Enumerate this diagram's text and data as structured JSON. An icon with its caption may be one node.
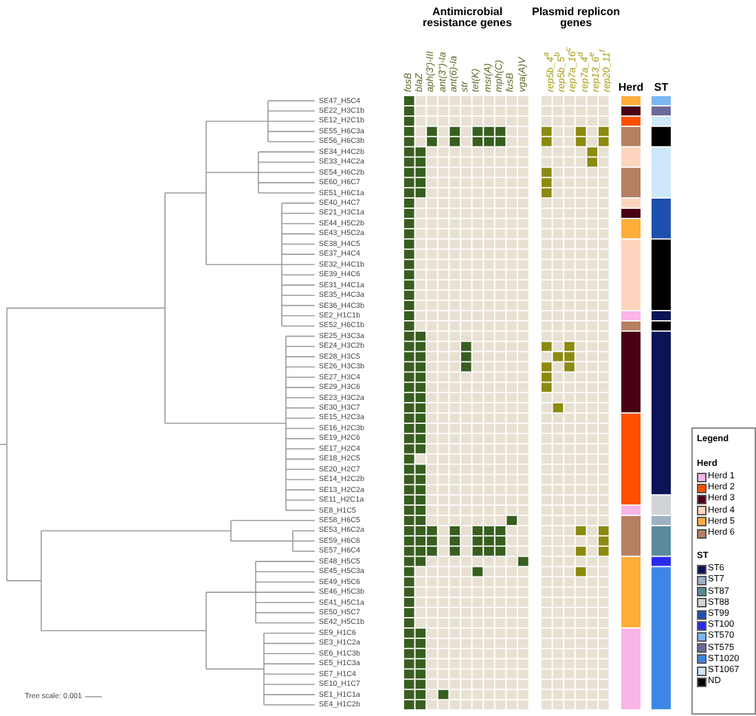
{
  "diagram": {
    "labels": [
      "Antimicrobial resistance genes",
      "Plasmid replicon genes",
      "fosB",
      "blaZ",
      "aph(3')-III",
      "ant(3'')-Ia",
      "ant(6)-Ia",
      "str",
      "tet(K)",
      "msr(A)",
      "mph(C)",
      "fusB",
      "vga(A)V",
      "rep5b_4$^{a}$",
      "rep5b_5$^{b}$",
      "rep7a_16$^{c}$",
      "rep7a_4$^{d}$",
      "rep13_6$^{e}$",
      "rep20_11$^{f}$",
      "Herd",
      "ST",
      "SE47_H5C4",
      "SE22_H3C1b",
      "SE12_H2C1b",
      "SE55_H6C3a",
      "SE56_H6C3b",
      "SE34_H4C2b",
      "SE33_H4C2a",
      "SE54_H6C2b",
      "SE60_H6C7",
      "SE51_H6C1a",
      "SE40_H4C7",
      "SE21_H3C1a",
      "SE44_H5C2b",
      "SE43_H5C2a",
      "SE38_H4C5",
      "SE37_H4C4",
      "SE32_H4C1b",
      "SE39_H4C6",
      "SE31_H4C1a",
      "SE35_H4C3a",
      "SE36_H4C3b",
      "SE2_H1C1b",
      "SE52_H6C1b",
      "SE25_H3C3a",
      "SE24_H3C2b",
      "SE28_H3C5",
      "SE26_H3C3b",
      "SE27_H3C4",
      "SE29_H3C6",
      "SE23_H3C2a",
      "SE30_H3C7",
      "SE15_H2C3a",
      "SE16_H2C3b",
      "SE19_H2C6",
      "SE17_H2C4",
      "SE18_H2C5",
      "SE20_H2C7",
      "SE14_H2C2b",
      "SE13_H2C2a",
      "SE11_H2C1a",
      "SE8_H1C5",
      "SE58_H6C5",
      "SE53_H6C2a",
      "SE59_H6C6",
      "SE57_H6C4",
      "SE48_H5C5",
      "SE45_H5C3a",
      "SE49_H5C6",
      "SE46_H5C3b",
      "SE41_H5C1a",
      "SE50_H5C7",
      "SE42_H5C1b",
      "SE9_H1C6",
      "SE3_H1C2a",
      "SE6_H1C3b",
      "SE5_H1C3a",
      "SE7_H1C4",
      "SE10_H1C7",
      "SE1_H1C1a",
      "SE4_H1C2b",
      "Legend",
      "Herd",
      "ST",
      "Tree scale: 0.001"
    ],
    "legend": [
      {
        "text": "Herd 1",
        "color": "#f9b4e8"
      },
      {
        "text": "Herd 2",
        "color": "#ff5000"
      },
      {
        "text": "Herd 3",
        "color": "#4a0012"
      },
      {
        "text": "Herd 4",
        "color": "#fdd5bd"
      },
      {
        "text": "Herd 5",
        "color": "#ffad3b"
      },
      {
        "text": "Herd 6",
        "color": "#b57f62"
      },
      {
        "text": "ST6",
        "color": "#0b1457"
      },
      {
        "text": "ST7",
        "color": "#9fb1c4"
      },
      {
        "text": "ST87",
        "color": "#5b8a9c"
      },
      {
        "text": "ST88",
        "color": "#d0d3d8"
      },
      {
        "text": "ST99",
        "color": "#1f4fad"
      },
      {
        "text": "ST100",
        "color": "#2a2af0"
      },
      {
        "text": "ST570",
        "color": "#7ab6f2"
      },
      {
        "text": "ST575",
        "color": "#6c6a9a"
      },
      {
        "text": "ST1020",
        "color": "#3d86e6"
      },
      {
        "text": "ST1067",
        "color": "#cde7fb"
      },
      {
        "text": "ND",
        "color": "#000000"
      }
    ]
  }
}
